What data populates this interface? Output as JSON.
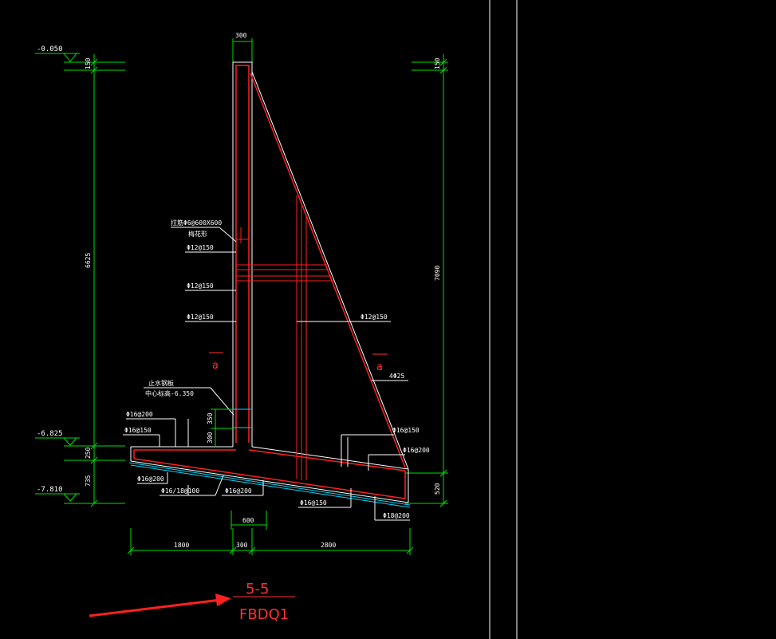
{
  "elevations": {
    "top": "-0.050",
    "mid": "-6.825",
    "bottom": "-7.810"
  },
  "left_dims": {
    "d150": "150",
    "d6625": "6625",
    "d250": "250",
    "d735": "735"
  },
  "right_dims": {
    "d150": "150",
    "d7090": "7090",
    "d520": "520"
  },
  "top_dim": "300",
  "bottom_dims": {
    "d600": "600",
    "d1800": "1800",
    "d300": "300",
    "d2800": "2800"
  },
  "inner_dims": {
    "d350": "350",
    "d300": "300"
  },
  "rebar_labels": {
    "tie": "拉筋Φ6@600X600",
    "tie_sub": "梅花形",
    "r1": "Φ12@150",
    "r2": "Φ12@150",
    "r3": "Φ12@150",
    "r4": "Φ12@150",
    "r5": "4Φ25",
    "waterstop": "止水钢板",
    "waterstop_sub": "中心标高-6.350",
    "b1": "Φ16@200",
    "b2": "Φ16@150",
    "b3": "Φ16@200",
    "b4": "Φ16/18@100",
    "b5": "Φ16@200",
    "b6": "Φ16@150",
    "b7": "Φ16@150",
    "b8": "Φ16@200",
    "b9": "Φ18@200"
  },
  "section_marks": {
    "left": "a",
    "right": "a"
  },
  "section_title": "5-5",
  "section_name": "FBDQ1"
}
